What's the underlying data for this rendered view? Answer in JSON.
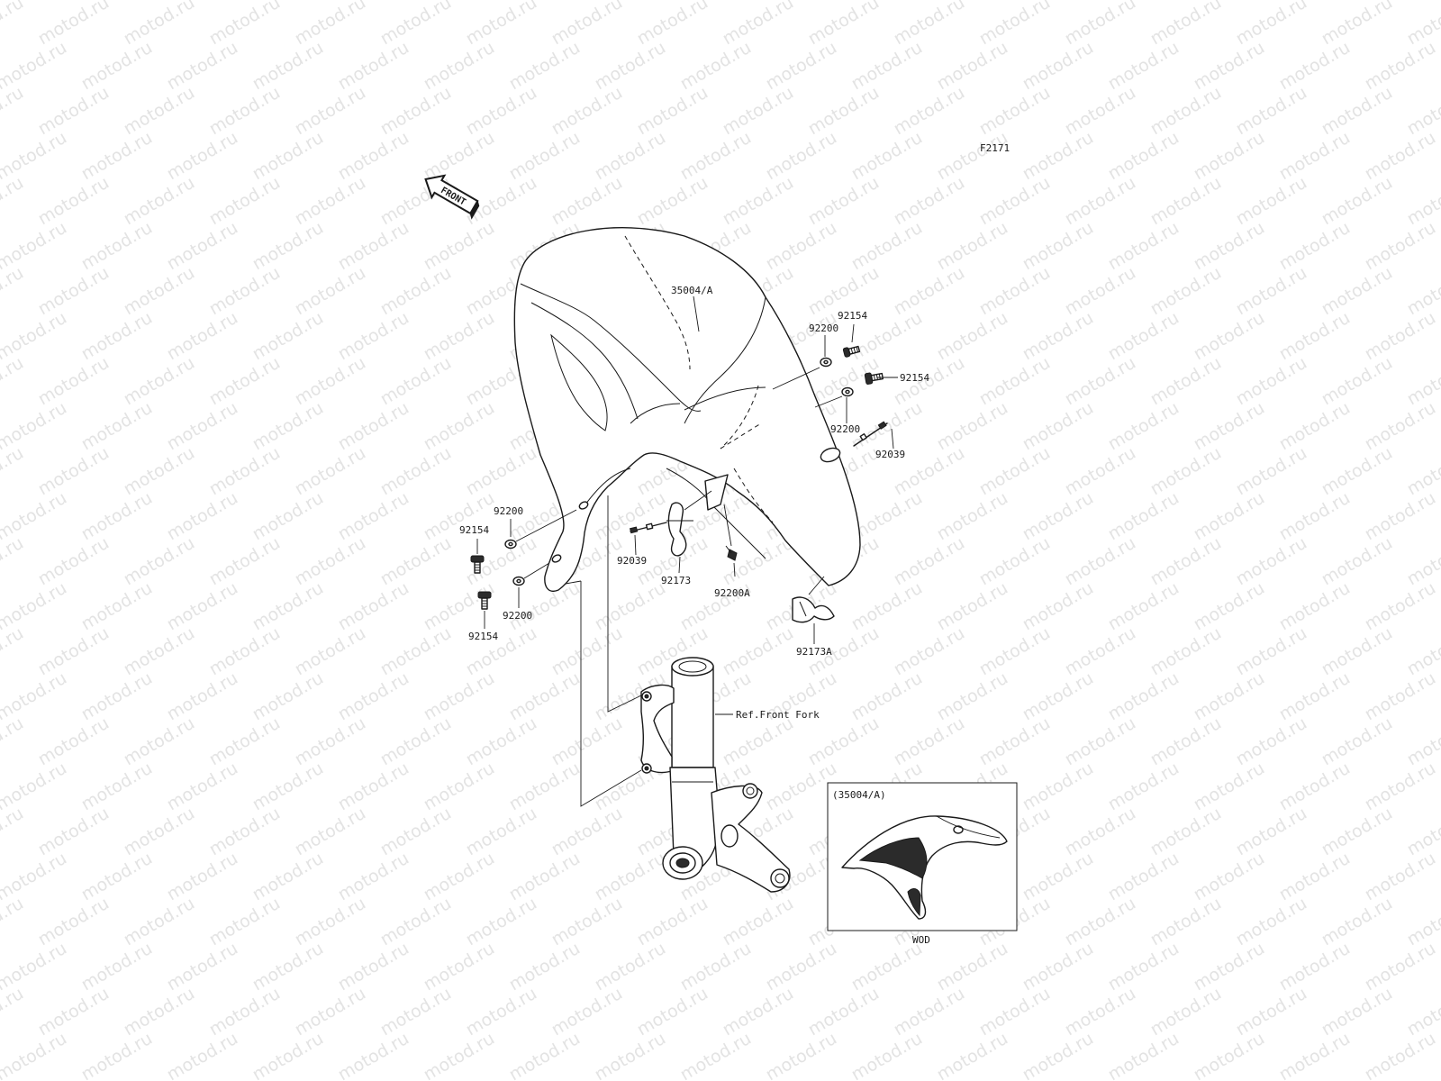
{
  "watermark": "motod.ru",
  "diagram_code": "F2171",
  "front_marker": "FRONT",
  "labels": {
    "fender": "35004/A",
    "washer_tr": "92200",
    "bolt_tr_top": "92154",
    "bolt_tr_mid": "92154",
    "washer_tr_low": "92200",
    "clamp_r": "92039",
    "washer_l_top": "92200",
    "bolt_l_top": "92154",
    "washer_l_low": "92200",
    "bolt_l_low": "92154",
    "clamp_l": "92039",
    "holder_l": "92173",
    "washer_a": "92200A",
    "holder_a": "92173A",
    "fork_ref": "Ref.Front Fork"
  },
  "inset": {
    "title": "(35004/A)",
    "caption": "WOD"
  },
  "colors": {
    "line": "#1a1a1a",
    "watermark": "#e3e3e3",
    "dark_part": "#2b2b2b"
  }
}
